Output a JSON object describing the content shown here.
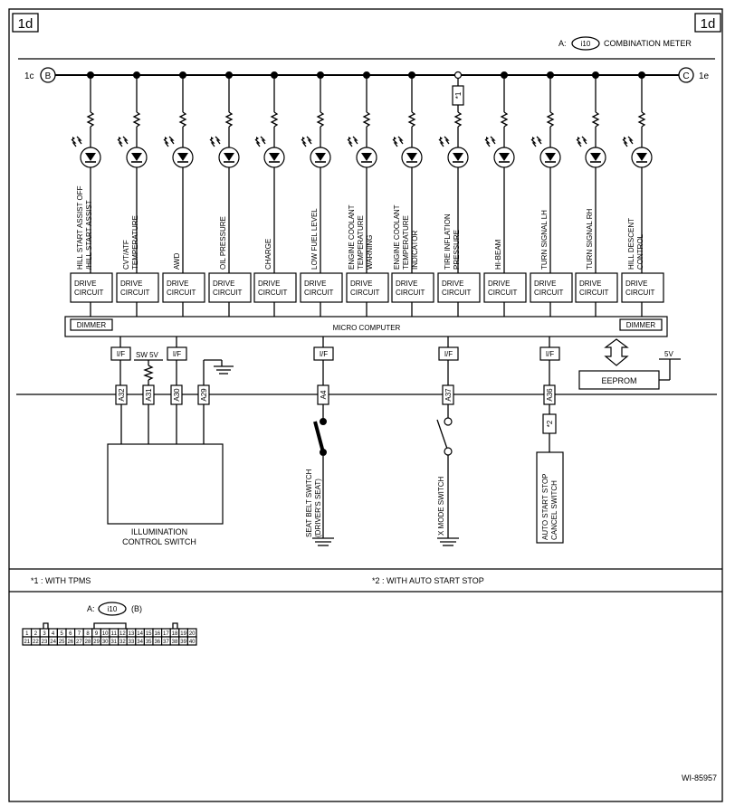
{
  "page_tag": "1d",
  "figure_id": "WI-85957",
  "header": {
    "connector_prefix": "A:",
    "connector_id": "i10",
    "title": "COMBINATION METER"
  },
  "bus": {
    "left_ref": "1c",
    "left_letter": "B",
    "right_ref": "1e",
    "right_letter": "C"
  },
  "lamps": [
    {
      "label": "HILL START ASSIST OFF\n/HILL START ASSIST",
      "drive": "DRIVE\nCIRCUIT"
    },
    {
      "label": "CVT/ATF\nTEMPERATURE",
      "drive": "DRIVE\nCIRCUIT"
    },
    {
      "label": "AWD",
      "drive": "DRIVE\nCIRCUIT"
    },
    {
      "label": "OIL PRESSURE",
      "drive": "DRIVE\nCIRCUIT"
    },
    {
      "label": "CHARGE",
      "drive": "DRIVE\nCIRCUIT"
    },
    {
      "label": "LOW FUEL LEVEL",
      "drive": "DRIVE\nCIRCUIT"
    },
    {
      "label": "ENGINE COOLANT\nTEMPERATURE\nWARNING",
      "drive": "DRIVE\nCIRCUIT"
    },
    {
      "label": "ENGINE COOLANT\nTEMPERATURE\nINDICATOR",
      "drive": "DRIVE\nCIRCUIT"
    },
    {
      "label": "TIRE INFLATION\nPRESSURE",
      "drive": "DRIVE\nCIRCUIT",
      "note": "*1"
    },
    {
      "label": "HI-BEAM",
      "drive": "DRIVE\nCIRCUIT"
    },
    {
      "label": "TURN SIGNAL LH",
      "drive": "DRIVE\nCIRCUIT"
    },
    {
      "label": "TURN SIGNAL RH",
      "drive": "DRIVE\nCIRCUIT"
    },
    {
      "label": "HILL DESCENT\nCONTROL",
      "drive": "DRIVE\nCIRCUIT"
    }
  ],
  "micro": {
    "label": "MICRO COMPUTER",
    "dimmer_left": "DIMMER",
    "dimmer_right": "DIMMER"
  },
  "interfaces": {
    "if_label": "I/F",
    "sw5v": "SW 5V",
    "v5": "5V",
    "eeprom": "EEPROM"
  },
  "terminals": [
    "A32",
    "A31",
    "A30",
    "A29",
    "A4",
    "A37",
    "A36"
  ],
  "star2": "*2",
  "components": {
    "illumination": "ILLUMINATION\nCONTROL SWITCH",
    "seat_belt": "SEAT BELT SWITCH\n(DRIVER'S SEAT)",
    "x_mode": "X MODE SWITCH",
    "auto_start": "AUTO START STOP\nCANCEL SWITCH"
  },
  "notes": {
    "n1": "*1  : WITH TPMS",
    "n2": "*2  : WITH AUTO START STOP"
  },
  "connector_view": {
    "prefix": "A:",
    "id": "i10",
    "suffix": "(B)",
    "row1": [
      "1",
      "2",
      "3",
      "4",
      "5",
      "6",
      "7",
      "8",
      "9",
      "10",
      "11",
      "12",
      "13",
      "14",
      "15",
      "16",
      "17",
      "18",
      "19",
      "20"
    ],
    "row2": [
      "21",
      "22",
      "23",
      "24",
      "25",
      "26",
      "27",
      "28",
      "29",
      "30",
      "31",
      "32",
      "33",
      "34",
      "35",
      "36",
      "37",
      "38",
      "39",
      "40"
    ]
  }
}
